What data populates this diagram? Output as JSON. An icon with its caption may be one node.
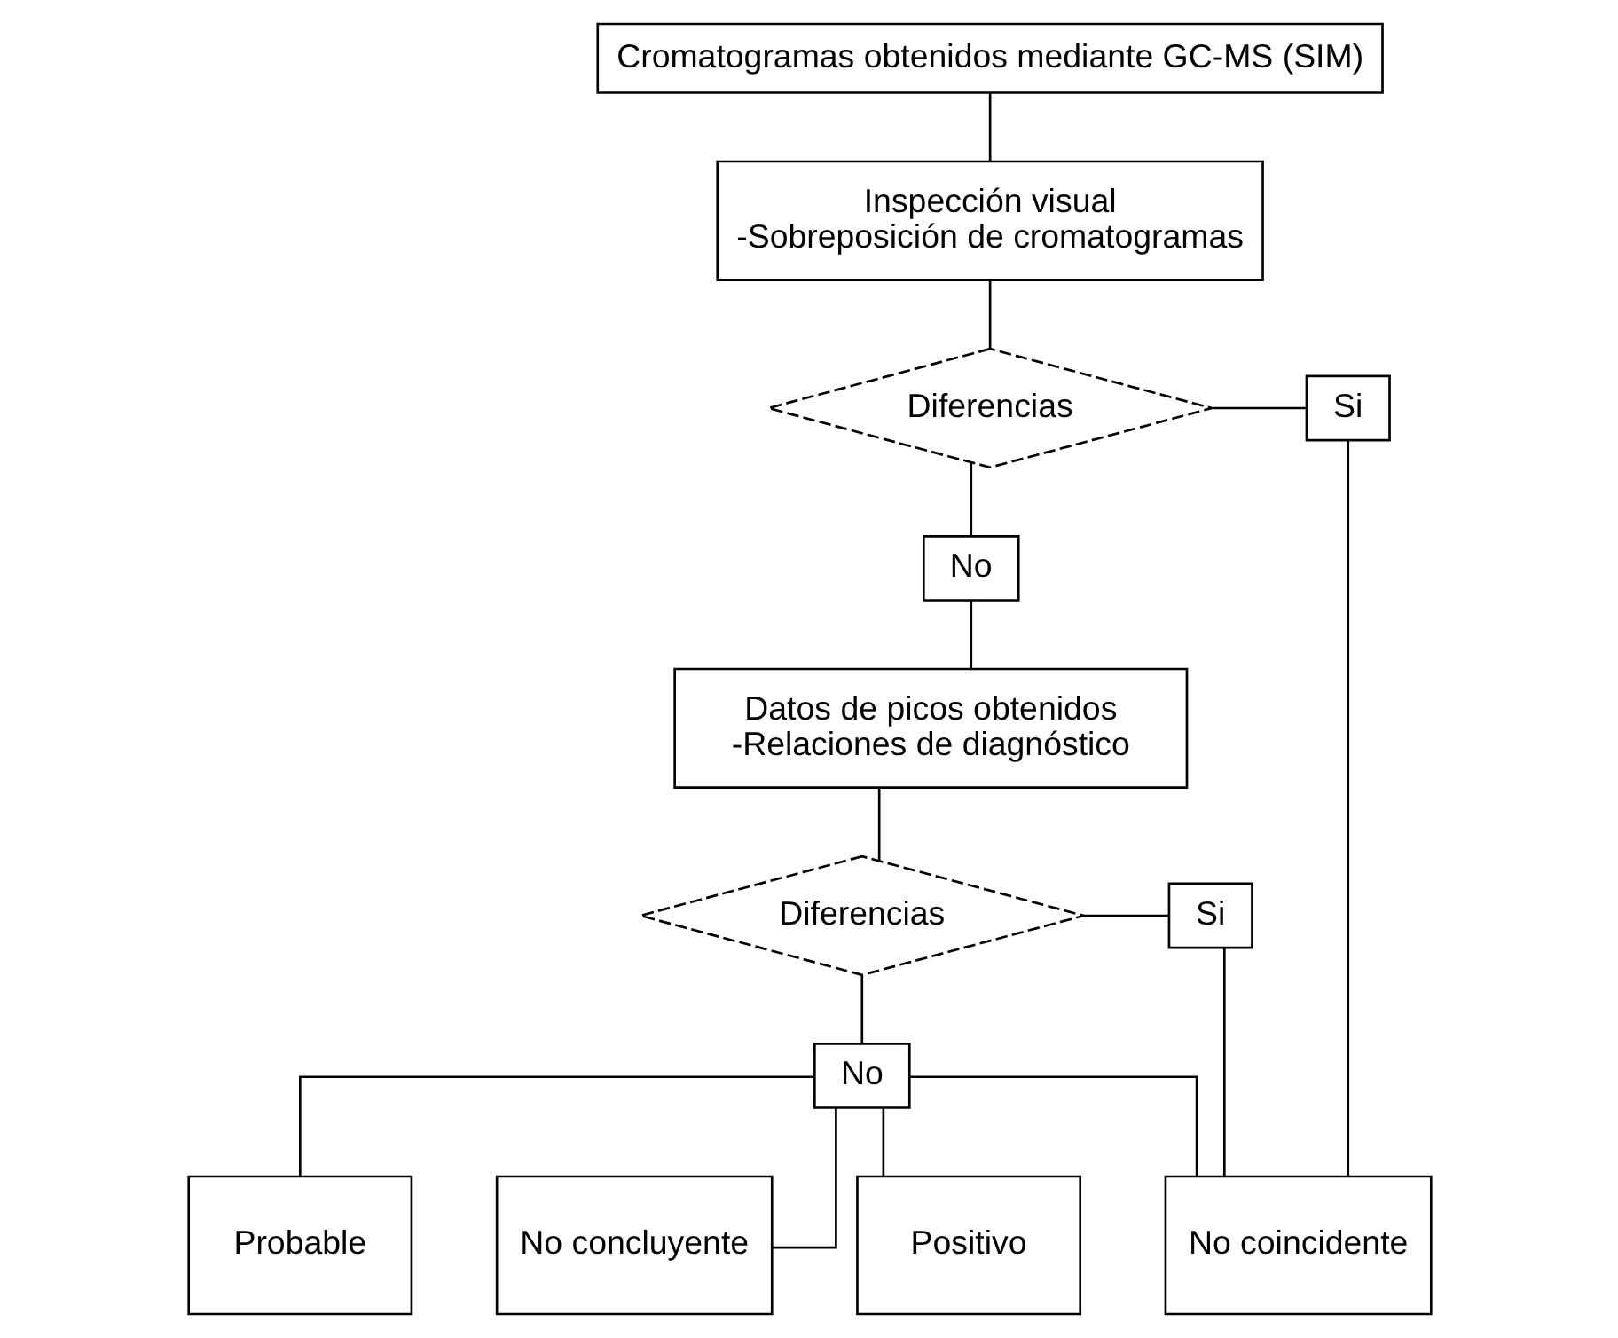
{
  "diagram": {
    "nodes": [
      {
        "text": [
          "Cromatogramas obtenidos mediante GC-MS (SIM)"
        ]
      },
      {
        "text": [
          "Inspección visual",
          "-Sobreposición de cromatogramas"
        ]
      },
      {
        "text": [
          "Diferencias"
        ]
      },
      {
        "text": [
          "Si"
        ]
      },
      {
        "text": [
          "No"
        ]
      },
      {
        "text": [
          "Datos de picos obtenidos",
          "-Relaciones de diagnóstico"
        ]
      },
      {
        "text": [
          "Diferencias"
        ]
      },
      {
        "text": [
          "Si"
        ]
      },
      {
        "text": [
          "No"
        ]
      },
      {
        "text": [
          "Positivo"
        ]
      },
      {
        "text": [
          "Probable"
        ]
      },
      {
        "text": [
          "No concluyente"
        ]
      },
      {
        "text": [
          "No coincidente"
        ]
      }
    ],
    "edges": [
      {
        "from": 0,
        "to": 1,
        "arrow": "none"
      },
      {
        "from": 1,
        "to": 2,
        "arrow": "none"
      },
      {
        "from": 2,
        "to": 3,
        "arrow": "none"
      },
      {
        "from": 3,
        "to": 12,
        "arrow": "none"
      },
      {
        "from": 2,
        "to": 4,
        "arrow": "none"
      },
      {
        "from": 4,
        "to": 5,
        "arrow": "none"
      },
      {
        "from": 5,
        "to": 6,
        "arrow": "none"
      },
      {
        "from": 6,
        "to": 7,
        "arrow": "none"
      },
      {
        "from": 7,
        "to": 12,
        "arrow": "none"
      },
      {
        "from": 6,
        "to": 8,
        "arrow": "none"
      },
      {
        "from": 8,
        "to": 9,
        "arrow": "none"
      },
      {
        "from": 8,
        "to": 10,
        "arrow": "none"
      },
      {
        "from": 8,
        "to": 11,
        "arrow": "none"
      },
      {
        "from": 8,
        "to": 12,
        "arrow": "none"
      }
    ]
  }
}
